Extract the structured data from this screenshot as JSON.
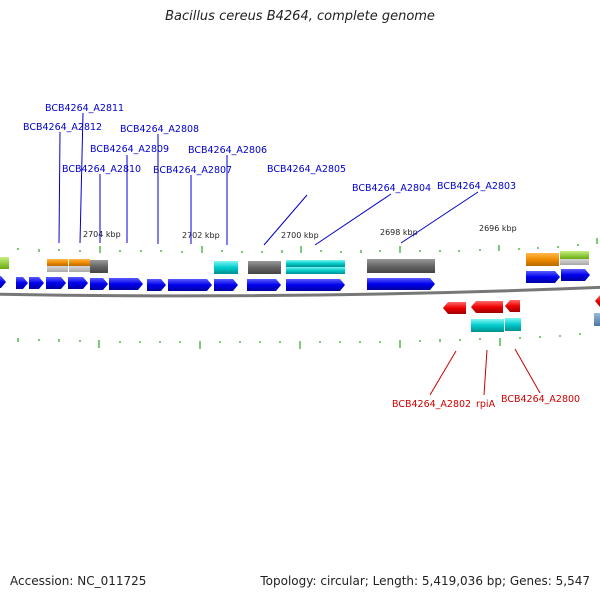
{
  "title": "Bacillus cereus B4264, complete genome",
  "footer": {
    "accession": "Accession: NC_011725",
    "summary": "Topology: circular; Length: 5,419,036 bp; Genes: 5,547"
  },
  "colors": {
    "forward_label": "#0000cc",
    "reverse_label": "#cc0000",
    "cds": "#0000ee",
    "cds_reverse": "#ee0000",
    "cog_cyan": "#00cccc",
    "cog_grey": "#666666",
    "cog_orange": "#f08c00",
    "cog_green": "#88cc22",
    "tick": "#22aa22",
    "backbone": "#777777"
  },
  "scale_labels": [
    "2704 kbp",
    "2702 kbp",
    "2700 kbp",
    "2698 kbp",
    "2696 kbp"
  ],
  "forward_labels": [
    {
      "text": "BCB4264_A2811"
    },
    {
      "text": "BCB4264_A2812"
    },
    {
      "text": "BCB4264_A2808"
    },
    {
      "text": "BCB4264_A2809"
    },
    {
      "text": "BCB4264_A2806"
    },
    {
      "text": "BCB4264_A2810"
    },
    {
      "text": "BCB4264_A2807"
    },
    {
      "text": "BCB4264_A2805"
    },
    {
      "text": "BCB4264_A2804"
    },
    {
      "text": "BCB4264_A2803"
    }
  ],
  "reverse_labels": [
    {
      "text": "BCB4264_A2802"
    },
    {
      "text": "rpiA"
    },
    {
      "text": "BCB4264_A2800"
    }
  ]
}
